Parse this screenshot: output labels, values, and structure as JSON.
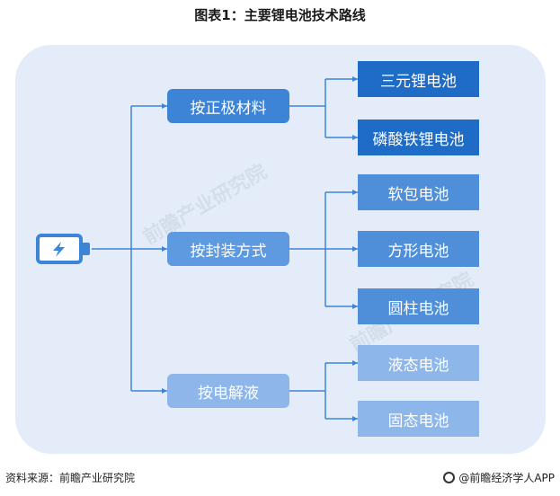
{
  "title": "图表1：主要锂电池技术路线",
  "watermark": "前瞻产业研究院",
  "root_icon": "battery-icon",
  "categories": [
    {
      "label": "按正极材料",
      "children": [
        "三元锂电池",
        "磷酸铁锂电池"
      ]
    },
    {
      "label": "按封装方式",
      "children": [
        "软包电池",
        "方形电池",
        "圆柱电池"
      ]
    },
    {
      "label": "按电解液",
      "children": [
        "液态电池",
        "固态电池"
      ]
    }
  ],
  "colors": {
    "panel_bg": "#e3ecf8",
    "line": "#3d84d6",
    "category_1": "#3d84d6",
    "category_2": "#5e9ae0",
    "category_3": "#8eb6ea",
    "leaf_dark": "#1f6cc7",
    "leaf_mid": "#4f8ed9",
    "leaf_light": "#8db6ea"
  },
  "footer": {
    "source": "资料来源：前瞻产业研究院",
    "brand": "@前瞻经济学人APP"
  }
}
